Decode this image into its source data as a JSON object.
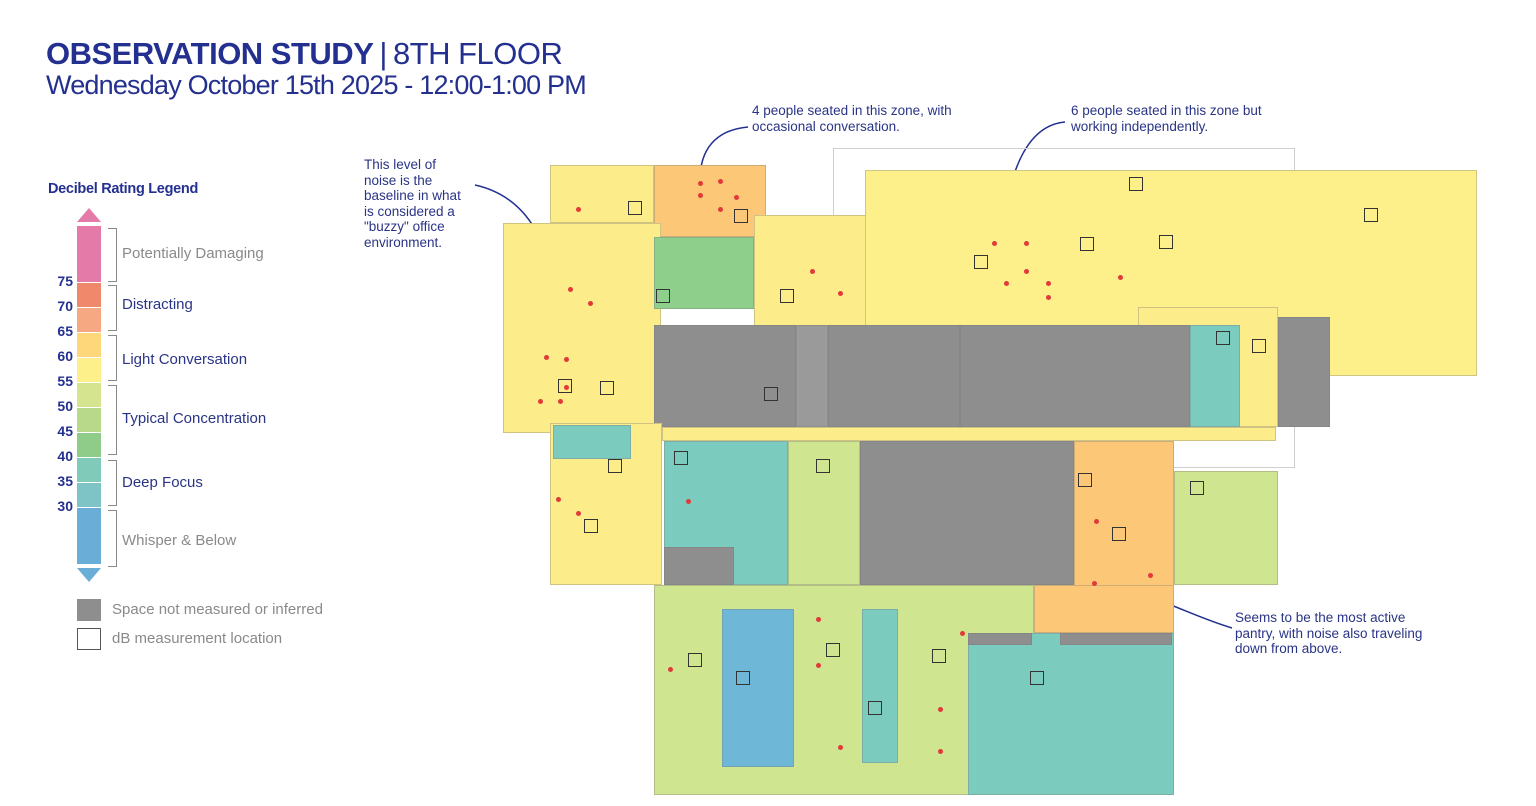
{
  "header": {
    "title_bold": "OBSERVATION STUDY",
    "title_sep": "|",
    "title_floor": "8TH FLOOR",
    "subtitle": "Wednesday October 15th 2025 - 12:00-1:00 PM"
  },
  "legend": {
    "title": "Decibel Rating Legend",
    "ticks": [
      "75",
      "70",
      "65",
      "60",
      "55",
      "50",
      "45",
      "40",
      "35",
      "30"
    ],
    "levels": [
      {
        "label": "Potentially Damaging",
        "color": "#e47aa8"
      },
      {
        "label": "Distracting",
        "color": "#f0896b"
      },
      {
        "label": "Light Conversation",
        "color": "#fdd77a"
      },
      {
        "label": "Typical Concentration",
        "color": "#b9d98a"
      },
      {
        "label": "Deep Focus",
        "color": "#7fcab8"
      },
      {
        "label": "Whisper & Below",
        "color": "#6aaed8"
      }
    ],
    "segment_colors": [
      "#e47aa8",
      "#f0896b",
      "#f6a882",
      "#fdd77a",
      "#fdf08a",
      "#d4e48f",
      "#b9d98a",
      "#8fcc8a",
      "#7fcab8",
      "#7ec3c6",
      "#6aaed8"
    ],
    "key": {
      "not_measured": "Space not measured or inferred",
      "measurement_location": "dB measurement location"
    }
  },
  "annotations": {
    "baseline": "This level of noise is the baseline in what is considered a \"buzzy\" office environment.",
    "four_people": "4 people seated in this zone, with occasional conversation.",
    "six_people": "6 people seated in this zone but working independently.",
    "pantry": "Seems to be the most active pantry, with noise also traveling down from above."
  },
  "colors": {
    "yellow": "#fdec8a",
    "light_yellow": "#fdf3a0",
    "orange": "#fcc877",
    "light_green": "#cfe58f",
    "green": "#8fcf8c",
    "teal": "#7ccbbf",
    "blue": "#6fb7d6",
    "grey": "#8e8e8e",
    "text_blue": "#23308f"
  }
}
